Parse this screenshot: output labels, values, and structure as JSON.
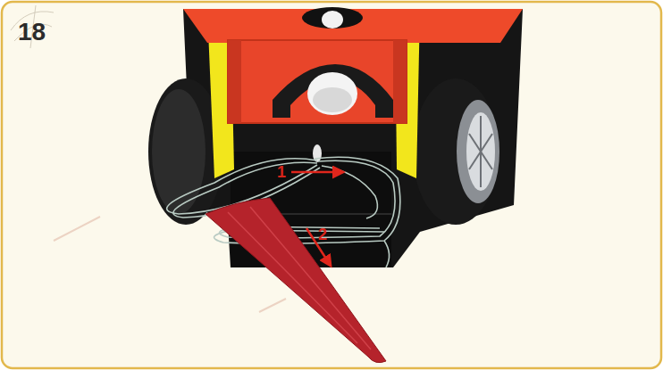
{
  "diagram": {
    "labels": [
      "18",
      "1",
      "2"
    ]
  }
}
